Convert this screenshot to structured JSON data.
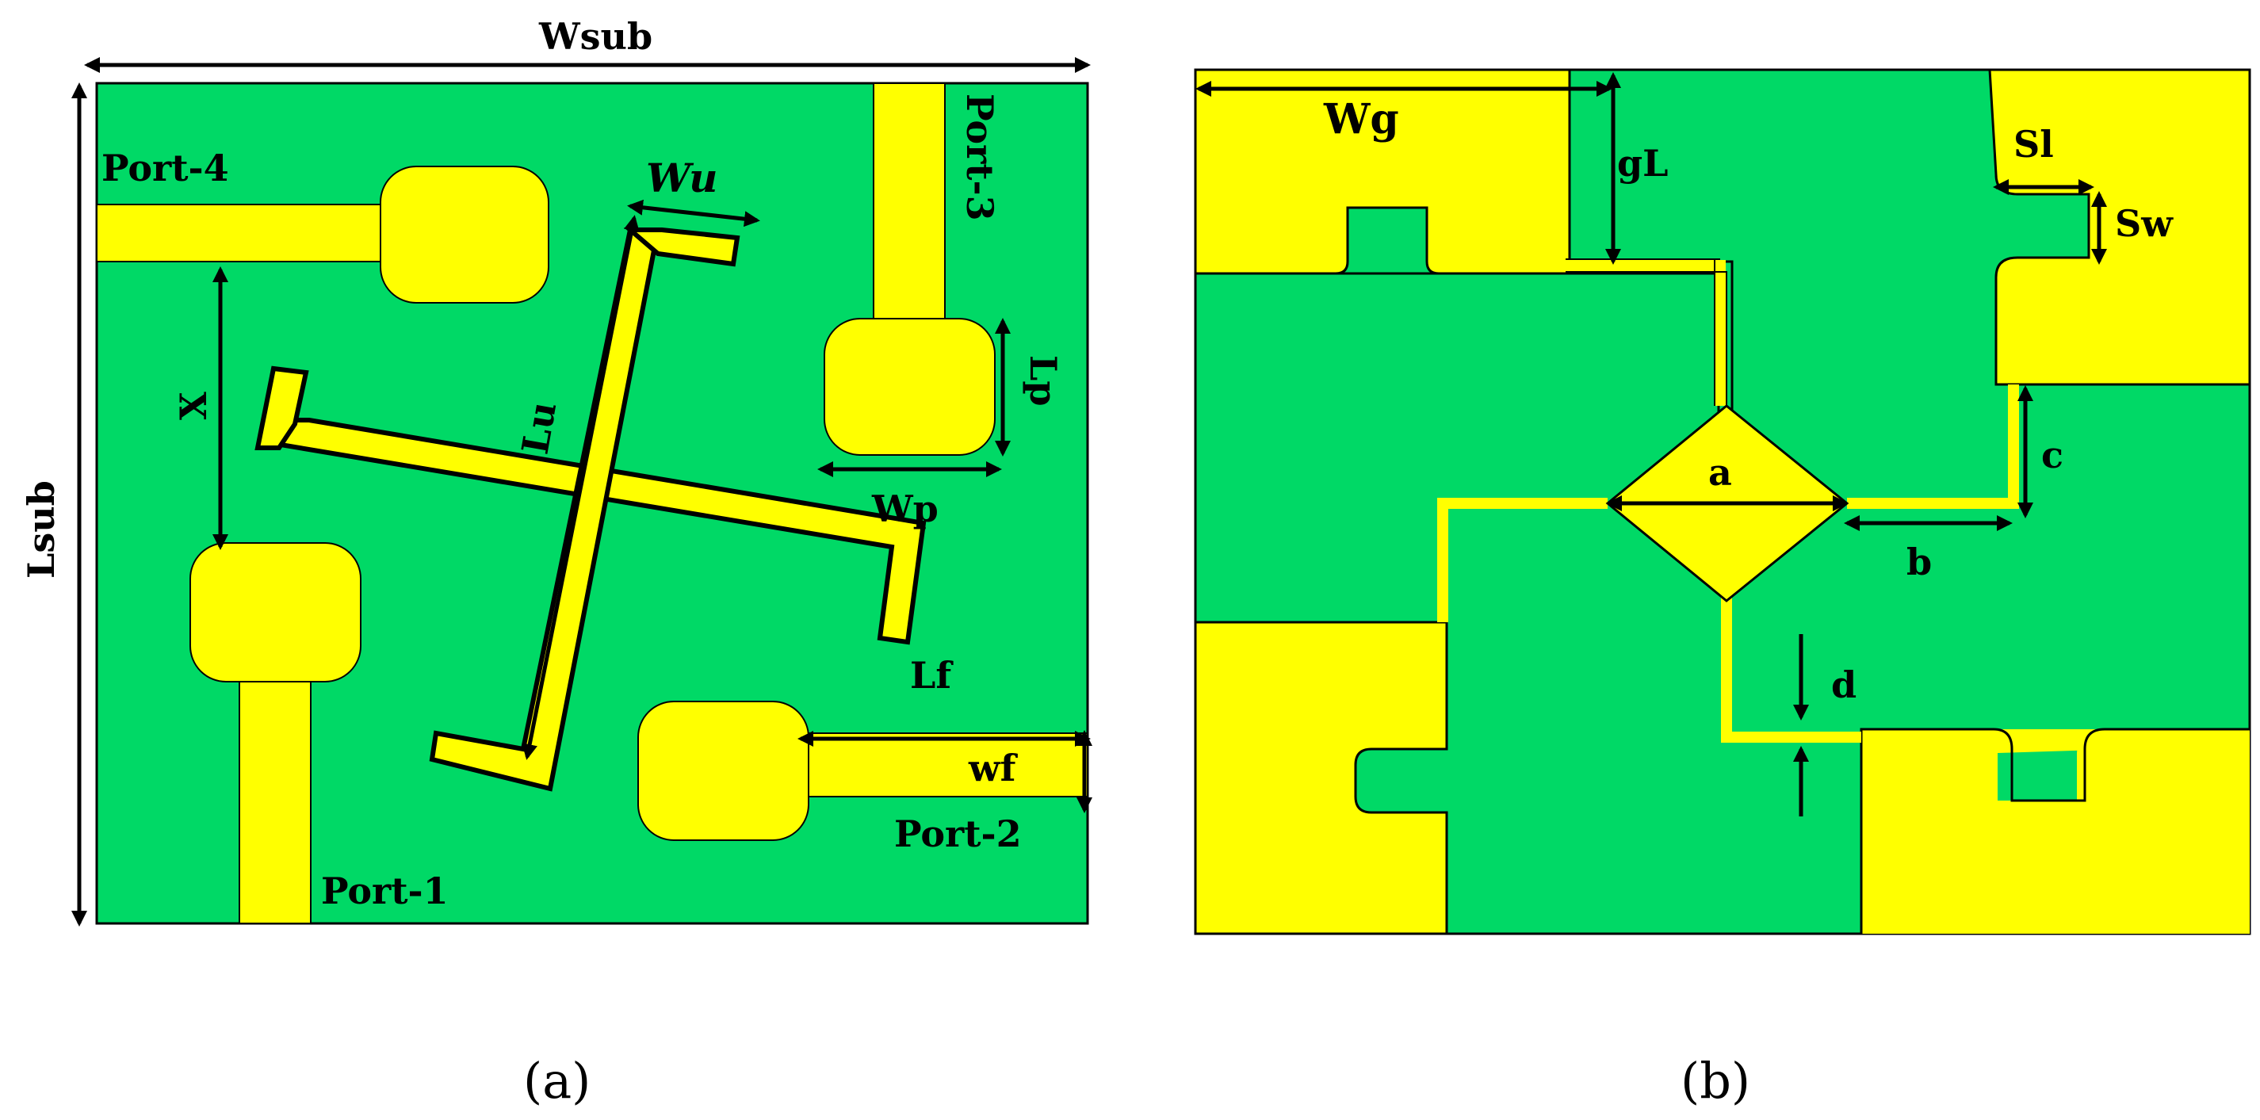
{
  "colors": {
    "substrate": "#00D966",
    "conductor": "#FFFF00",
    "outline": "#000000",
    "background": "#FFFFFF"
  },
  "panel_a": {
    "caption": "(a)",
    "labels": {
      "wsub": "Wsub",
      "lsub": "Lsub",
      "port4": "Port-4",
      "port3": "Port-3",
      "port2": "Port-2",
      "port1": "Port-1",
      "wu": "Wu",
      "lu": "Lu",
      "x": "X",
      "lp": "Lp",
      "wp": "Wp",
      "lf": "Lf",
      "wf": "wf"
    }
  },
  "panel_b": {
    "caption": "(b)",
    "labels": {
      "wg": "Wg",
      "gl": "gL",
      "sl": "Sl",
      "sw": "Sw",
      "a": "a",
      "b": "b",
      "c": "c",
      "d": "d"
    }
  }
}
